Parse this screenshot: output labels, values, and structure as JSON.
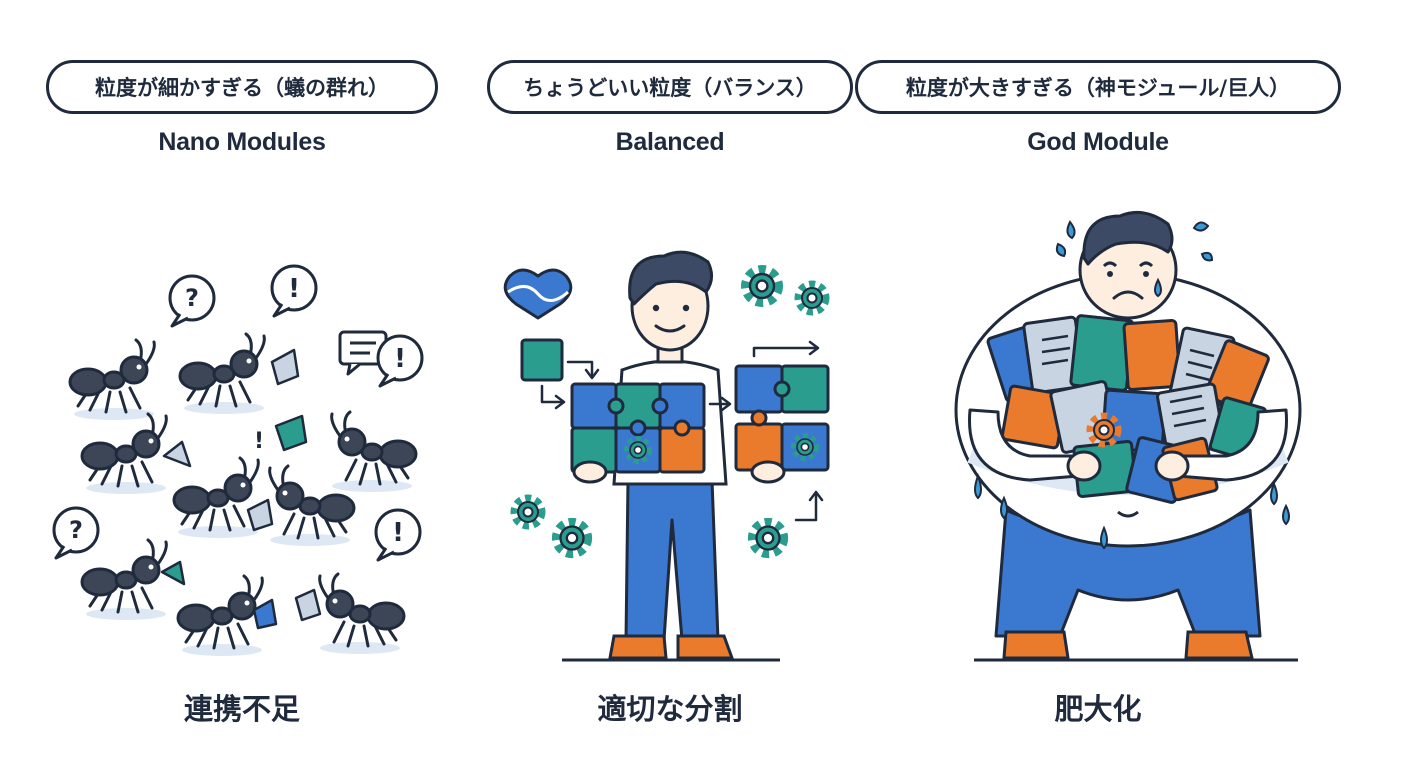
{
  "panels": [
    {
      "label": "粒度が細かすぎる（蟻の群れ）",
      "subtitle": "Nano Modules",
      "caption": "連携不足"
    },
    {
      "label": "ちょうどいい粒度（バランス）",
      "subtitle": "Balanced",
      "caption": "適切な分割"
    },
    {
      "label": "粒度が大きすぎる（神モジュール/巨人）",
      "subtitle": "God Module",
      "caption": "肥大化"
    }
  ],
  "icons": {
    "question": "?",
    "exclaim": "!"
  },
  "colors": {
    "ink": "#1f2a3d",
    "blue": "#3b78cf",
    "teal": "#2a9d8f",
    "orange": "#ea7a2c",
    "shadow": "#dde8f4",
    "skin": "#fdeee0"
  }
}
